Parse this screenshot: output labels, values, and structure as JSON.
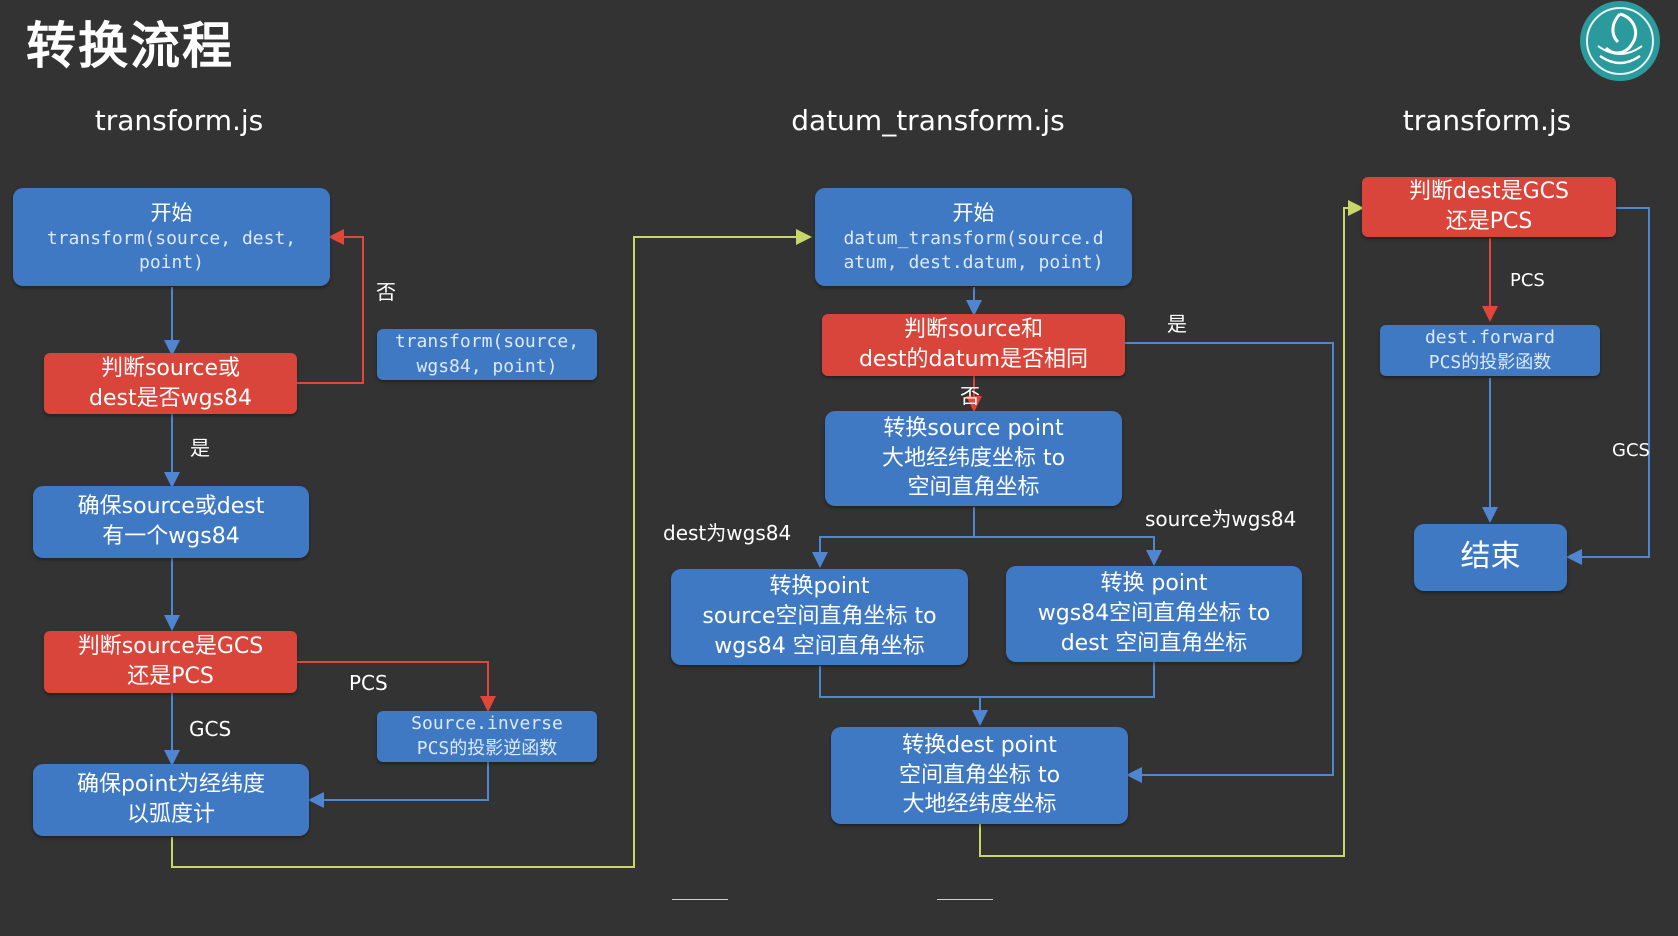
{
  "title": "转换流程",
  "columns": [
    "transform.js",
    "datum_transform.js",
    "transform.js"
  ],
  "nodes": {
    "start1_title": "开始",
    "start1_code": "transform(source, dest,\npoint)",
    "check_wgs84": "判断source或\ndest是否wgs84",
    "ensure_wgs84": "确保source或dest\n有一个wgs84",
    "check_gcs1": "判断source是GCS\n还是PCS",
    "ensure_radians": "确保point为经纬度\n以弧度计",
    "transform_call": "transform(source,\nwgs84, point)",
    "source_inverse_code": "Source.inverse",
    "source_inverse_desc": "PCS的投影逆函数",
    "start2_title": "开始",
    "start2_code": "datum_transform(source.d\natum, dest.datum, point)",
    "check_datum": "判断source和\ndest的datum是否相同",
    "convert_source": "转换source point\n大地经纬度坐标 to\n空间直角坐标",
    "convert_to_wgs84": "转换point\nsource空间直角坐标 to\nwgs84 空间直角坐标",
    "convert_from_wgs84": "转换 point\nwgs84空间直角坐标 to\ndest 空间直角坐标",
    "convert_dest": "转换dest point\n空间直角坐标 to\n大地经纬度坐标",
    "check_gcs2": "判断dest是GCS\n还是PCS",
    "dest_forward_code": "dest.forward",
    "dest_forward_desc": "PCS的投影函数",
    "end": "结束"
  },
  "labels": {
    "no1": "否",
    "yes1": "是",
    "pcs1": "PCS",
    "gcs1": "GCS",
    "yes2": "是",
    "no2": "否",
    "dest_wgs84": "dest为wgs84",
    "source_wgs84": "source为wgs84",
    "pcs2": "PCS",
    "gcs2": "GCS"
  },
  "colors": {
    "background": "#333333",
    "process_box": "#3f79c4",
    "decision_box": "#d9453a",
    "flow_line": "#4f86d1",
    "no_line": "#e0463a",
    "cross_line": "#c8d66a"
  },
  "icons": {
    "logo": "crane-emblem-icon"
  }
}
